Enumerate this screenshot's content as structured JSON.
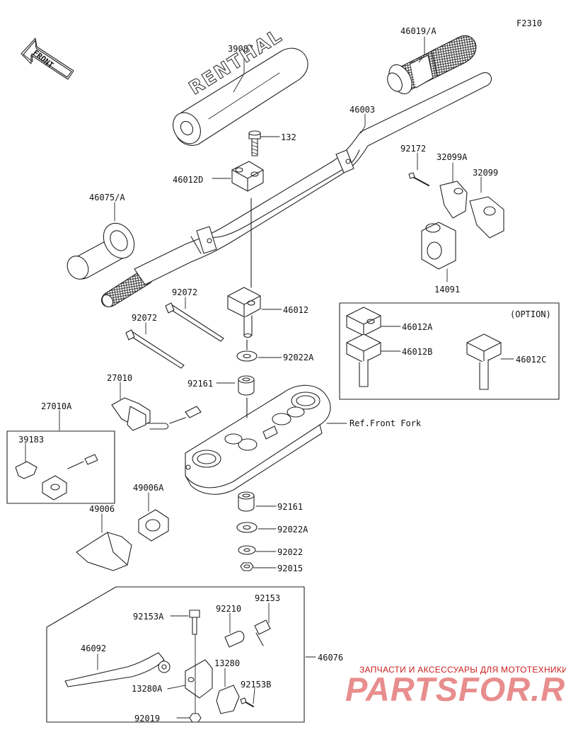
{
  "diagram_code": "F2310",
  "front_label": "FRONT",
  "option_label": "(OPTION)",
  "ref_label": "Ref.Front Fork",
  "brand_text": "RENTHAL",
  "watermark": {
    "line1": "ЗАПЧАСТИ И АКСЕССУАРЫ ДЛЯ МОТОТЕХНИКИ",
    "line2": "PARTSFOR.RU"
  },
  "parts": {
    "p39087": "39087",
    "p46019A": "46019/A",
    "p132": "132",
    "p46003": "46003",
    "p46012D": "46012D",
    "p92172": "92172",
    "p32099A": "32099A",
    "p32099": "32099",
    "p46075A": "46075/A",
    "p14091": "14091",
    "p92072a": "92072",
    "p92072b": "92072",
    "p46012": "46012",
    "p92022A_top": "92022A",
    "p46012A": "46012A",
    "p46012B": "46012B",
    "p46012C": "46012C",
    "p27010": "27010",
    "p92161_top": "92161",
    "p27010A": "27010A",
    "p39183": "39183",
    "p49006A": "49006A",
    "p49006": "49006",
    "p92161_bot": "92161",
    "p92022A_bot": "92022A",
    "p92022": "92022",
    "p92015": "92015",
    "p92153": "92153",
    "p92153A": "92153A",
    "p92210": "92210",
    "p46092": "46092",
    "p46076": "46076",
    "p13280": "13280",
    "p13280A": "13280A",
    "p92153B": "92153B",
    "p92019": "92019"
  },
  "colors": {
    "line": "#222222",
    "fill": "#ffffff",
    "shade": "#d0d0d0",
    "watermark": "#c81e1e"
  }
}
